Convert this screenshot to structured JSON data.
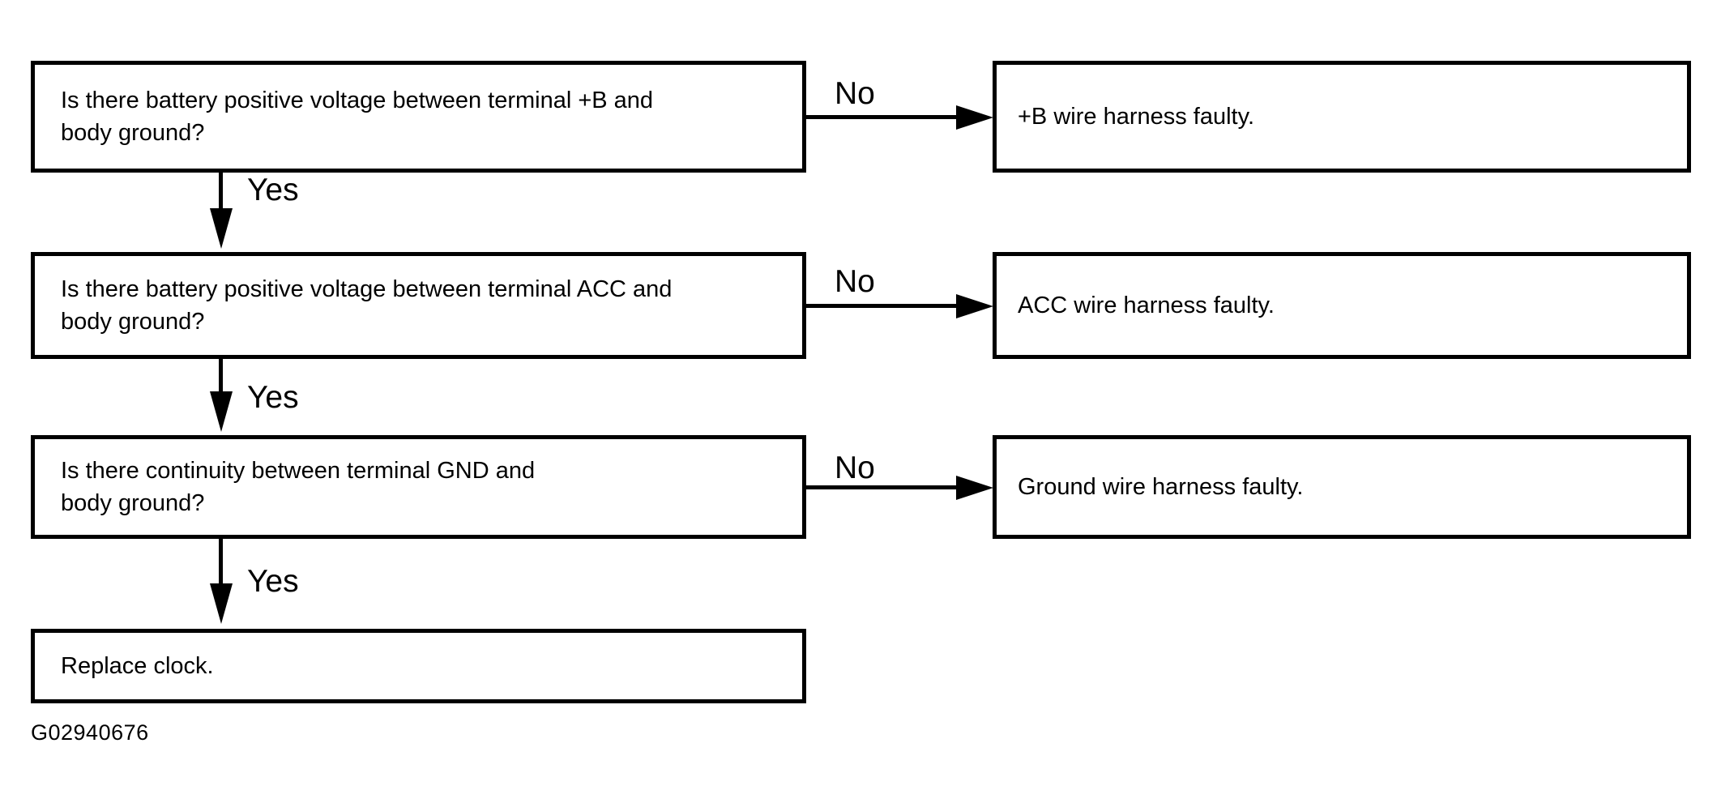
{
  "figure_code": "G02940676",
  "colors": {
    "ink": "#000000",
    "background": "#ffffff"
  },
  "flowchart": {
    "final_action": "Replace clock.",
    "steps": [
      {
        "question_line1": "Is there battery positive voltage between terminal +B and",
        "question_line2": "body ground?",
        "yes_label": "Yes",
        "no_label": "No",
        "no_result": "+B wire harness faulty."
      },
      {
        "question_line1": "Is there battery positive voltage between terminal ACC and",
        "question_line2": "body ground?",
        "yes_label": "Yes",
        "no_label": "No",
        "no_result": "ACC wire harness faulty."
      },
      {
        "question_line1": "Is there continuity between terminal GND and",
        "question_line2": "body ground?",
        "yes_label": "Yes",
        "no_label": "No",
        "no_result": "Ground wire harness faulty."
      }
    ]
  }
}
